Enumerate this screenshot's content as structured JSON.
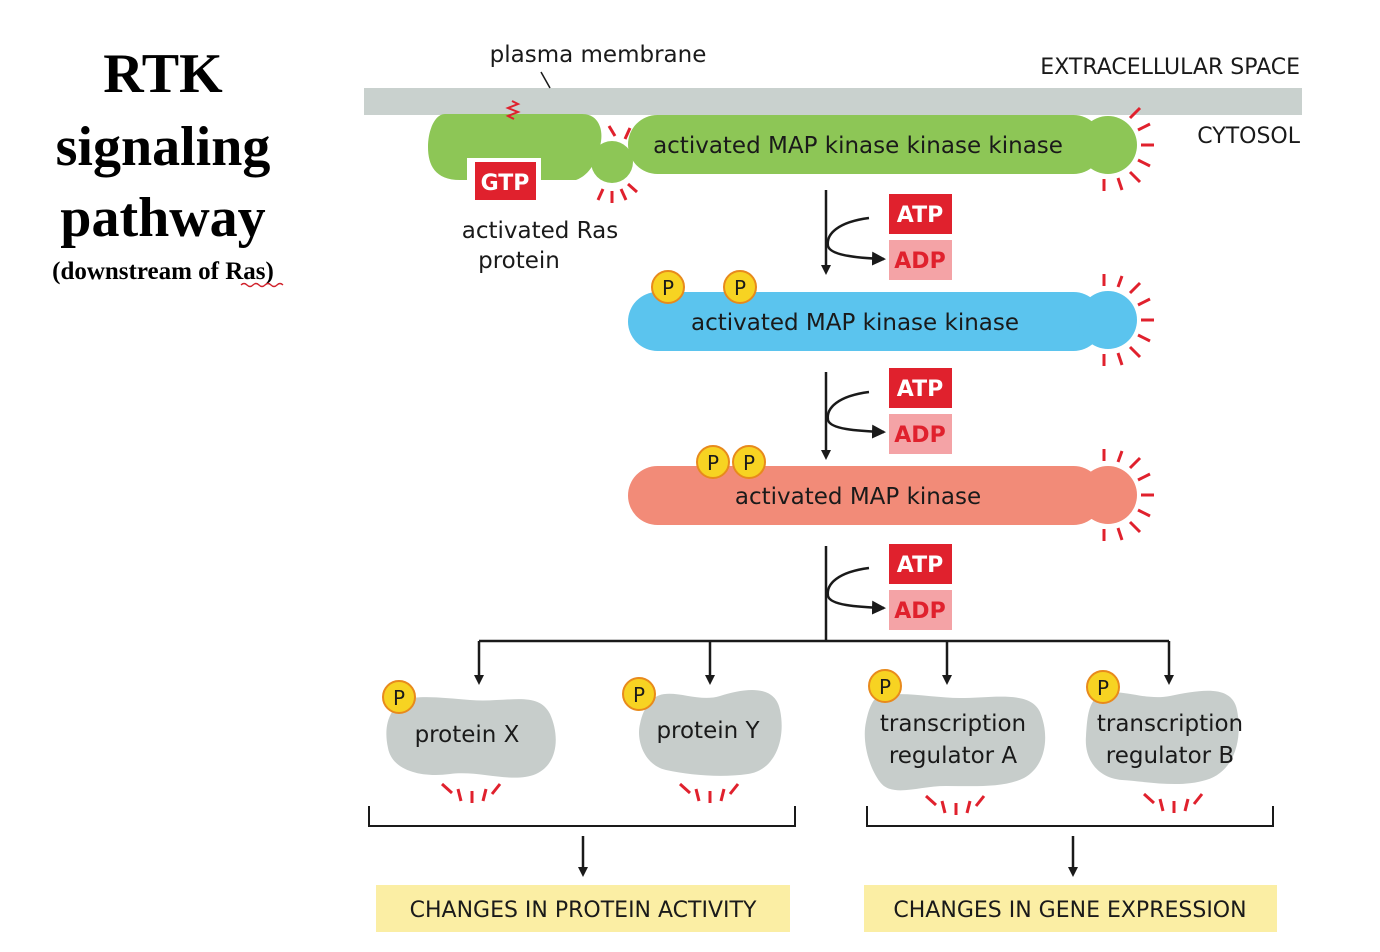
{
  "title": {
    "line1": "RTK",
    "line2": "signaling",
    "line3": "pathway",
    "subtitle": "(downstream of Ras)"
  },
  "labels": {
    "plasma_membrane": "plasma membrane",
    "extracellular": "EXTRACELLULAR SPACE",
    "cytosol": "CYTOSOL",
    "ras_line1": "activated Ras",
    "ras_line2": "protein",
    "gtp": "GTP",
    "mapkkk": "activated MAP kinase kinase kinase",
    "mapkk": "activated MAP kinase kinase",
    "mapk": "activated MAP kinase",
    "atp": "ATP",
    "adp": "ADP",
    "phosphate": "P",
    "protein_x": "protein X",
    "protein_y": "protein Y",
    "reg_a_line1": "transcription",
    "reg_a_line2": "regulator A",
    "reg_b_line1": "transcription",
    "reg_b_line2": "regulator B",
    "outcome_protein": "CHANGES IN PROTEIN ACTIVITY",
    "outcome_gene": "CHANGES IN GENE EXPRESSION"
  },
  "colors": {
    "membrane": "#c9d1ce",
    "ras_green": "#8dc656",
    "mapkk_blue": "#5bc4ee",
    "mapk_salmon": "#f28b78",
    "target_gray": "#c7cdcb",
    "atp_red": "#e0212d",
    "adp_pink": "#f4a3a6",
    "phosphate_yellow": "#f7d322",
    "phosphate_ring": "#e88a1c",
    "activity_red": "#e0212d",
    "outcome_yellow": "#fbeea4"
  }
}
